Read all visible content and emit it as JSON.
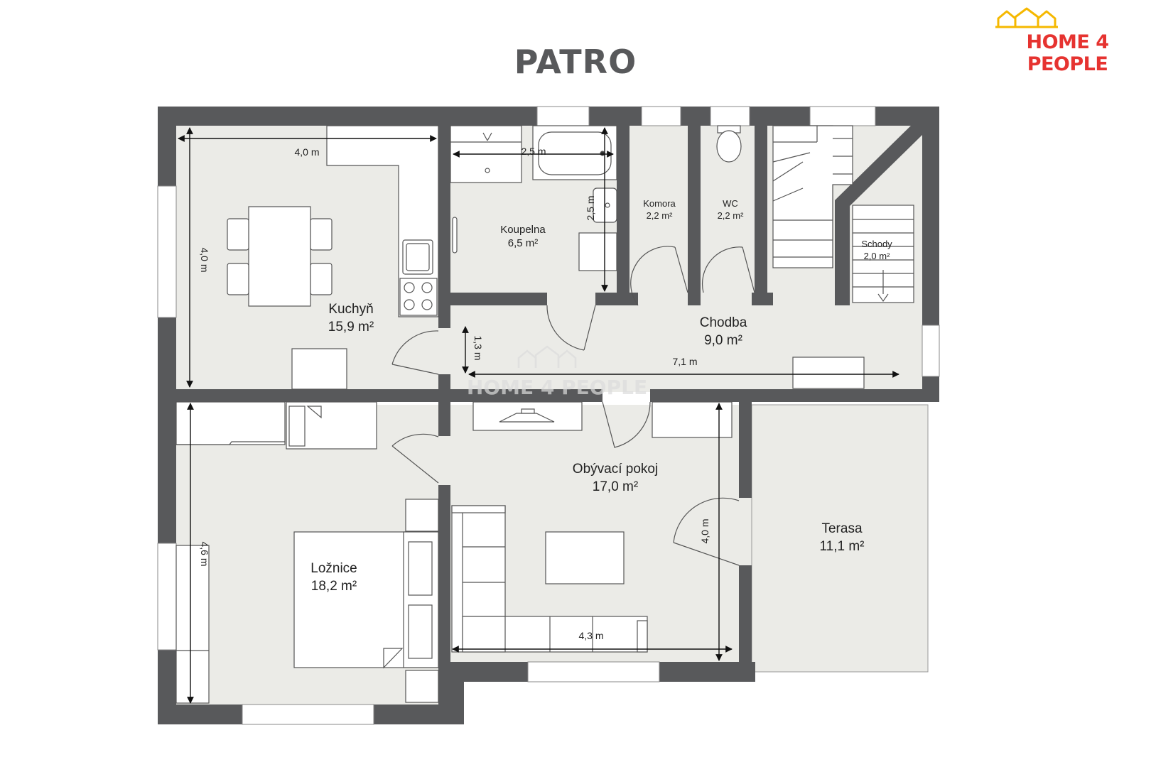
{
  "title": "PATRO",
  "brand": {
    "name": "HOME 4 PEOPLE",
    "watermark": "HOME 4 PEOPLE",
    "color": "#e63330",
    "icon": "houses-crown-icon"
  },
  "colors": {
    "wall": "#58595b",
    "floor": "#ebebe7",
    "terrace": "#ebebe7",
    "furniture_stroke": "#555555"
  },
  "rooms": [
    {
      "name": "Kuchyň",
      "area": "15,9 m²"
    },
    {
      "name": "Koupelna",
      "area": "6,5 m²"
    },
    {
      "name": "Komora",
      "area": "2,2 m²"
    },
    {
      "name": "WC",
      "area": "2,2 m²"
    },
    {
      "name": "Schody",
      "area": "2,0 m²"
    },
    {
      "name": "Chodba",
      "area": "9,0 m²"
    },
    {
      "name": "Obývací pokoj",
      "area": "17,0 m²"
    },
    {
      "name": "Terasa",
      "area": "11,1 m²"
    },
    {
      "name": "Ložnice",
      "area": "18,2 m²"
    }
  ],
  "dimensions": {
    "kitchen_width": "4,0 m",
    "kitchen_height": "4,0 m",
    "bath_width": "2,5 m",
    "bath_height": "2,5 m",
    "hall_gap": "1,3 m",
    "hall_length": "7,1 m",
    "bedroom_height": "4,6 m",
    "living_height": "4,0 m",
    "living_width": "4,3 m"
  }
}
